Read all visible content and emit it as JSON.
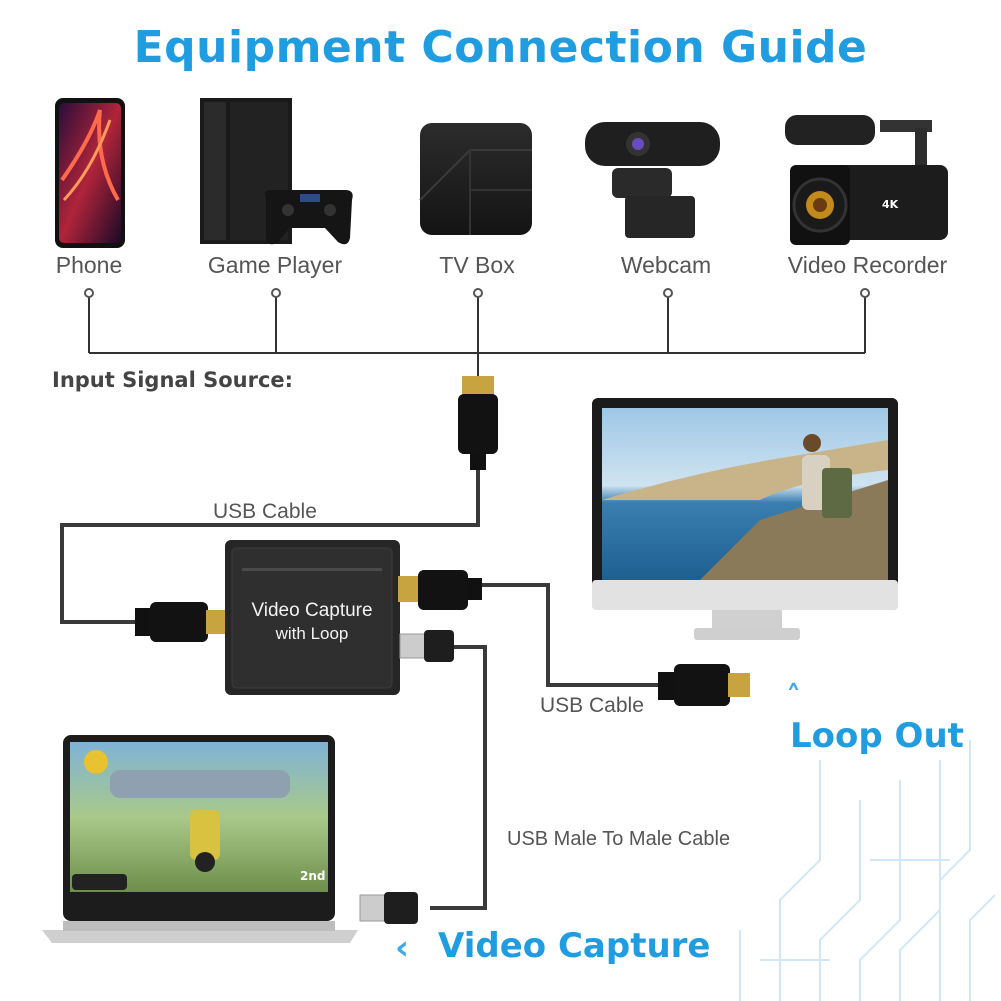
{
  "title": "Equipment Connection Guide",
  "devices": [
    {
      "name": "Phone"
    },
    {
      "name": "Game Player"
    },
    {
      "name": "TV Box"
    },
    {
      "name": "Webcam"
    },
    {
      "name": "Video Recorder"
    }
  ],
  "input_label": "Input Signal Source:",
  "capture_box": {
    "line1": "Video Capture",
    "line2": "with Loop"
  },
  "cable_labels": {
    "top": "USB Cable",
    "right": "USB Cable",
    "bottom": "USB Male To Male Cable"
  },
  "loop_out": {
    "label": "Loop Out",
    "arrow": "˄"
  },
  "video_capture": {
    "label": "Video Capture",
    "arrow": "‹"
  },
  "laptop_badge": "2nd",
  "camera_badge": "4K",
  "colors": {
    "accent": "#1f9de0",
    "cable": "#333333"
  }
}
